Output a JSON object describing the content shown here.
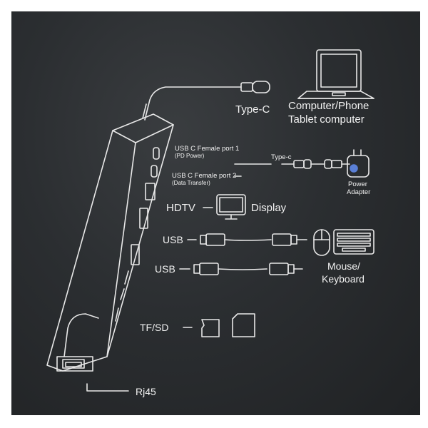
{
  "labels": {
    "type_c": "Type-C",
    "computer_line1": "Computer/Phone",
    "computer_line2": "Tablet computer",
    "usbc_port1": "USB C Female port 1",
    "usbc_port1_sub": "(PD Power)",
    "usbc_port2": "USB C Female port 2",
    "usbc_port2_sub": "(Data Transfer)",
    "type_c_small": "Type-c",
    "power_line1": "Power",
    "power_line2": "Adapter",
    "hdtv": "HDTV",
    "display": "Display",
    "usb1": "USB",
    "usb2": "USB",
    "mouse_line1": "Mouse/",
    "mouse_line2": "Keyboard",
    "tf_sd": "TF/SD",
    "rj45": "Rj45"
  },
  "colors": {
    "background": "#2b2e31",
    "line": "#e8e8e8",
    "text": "#f2f2f2"
  },
  "icons": [
    "laptop-icon",
    "usb-c-plug-icon",
    "power-adapter-icon",
    "monitor-icon",
    "usb-cable-icon",
    "mouse-icon",
    "keyboard-icon",
    "tf-card-icon",
    "sd-card-icon",
    "hub-device-icon"
  ]
}
